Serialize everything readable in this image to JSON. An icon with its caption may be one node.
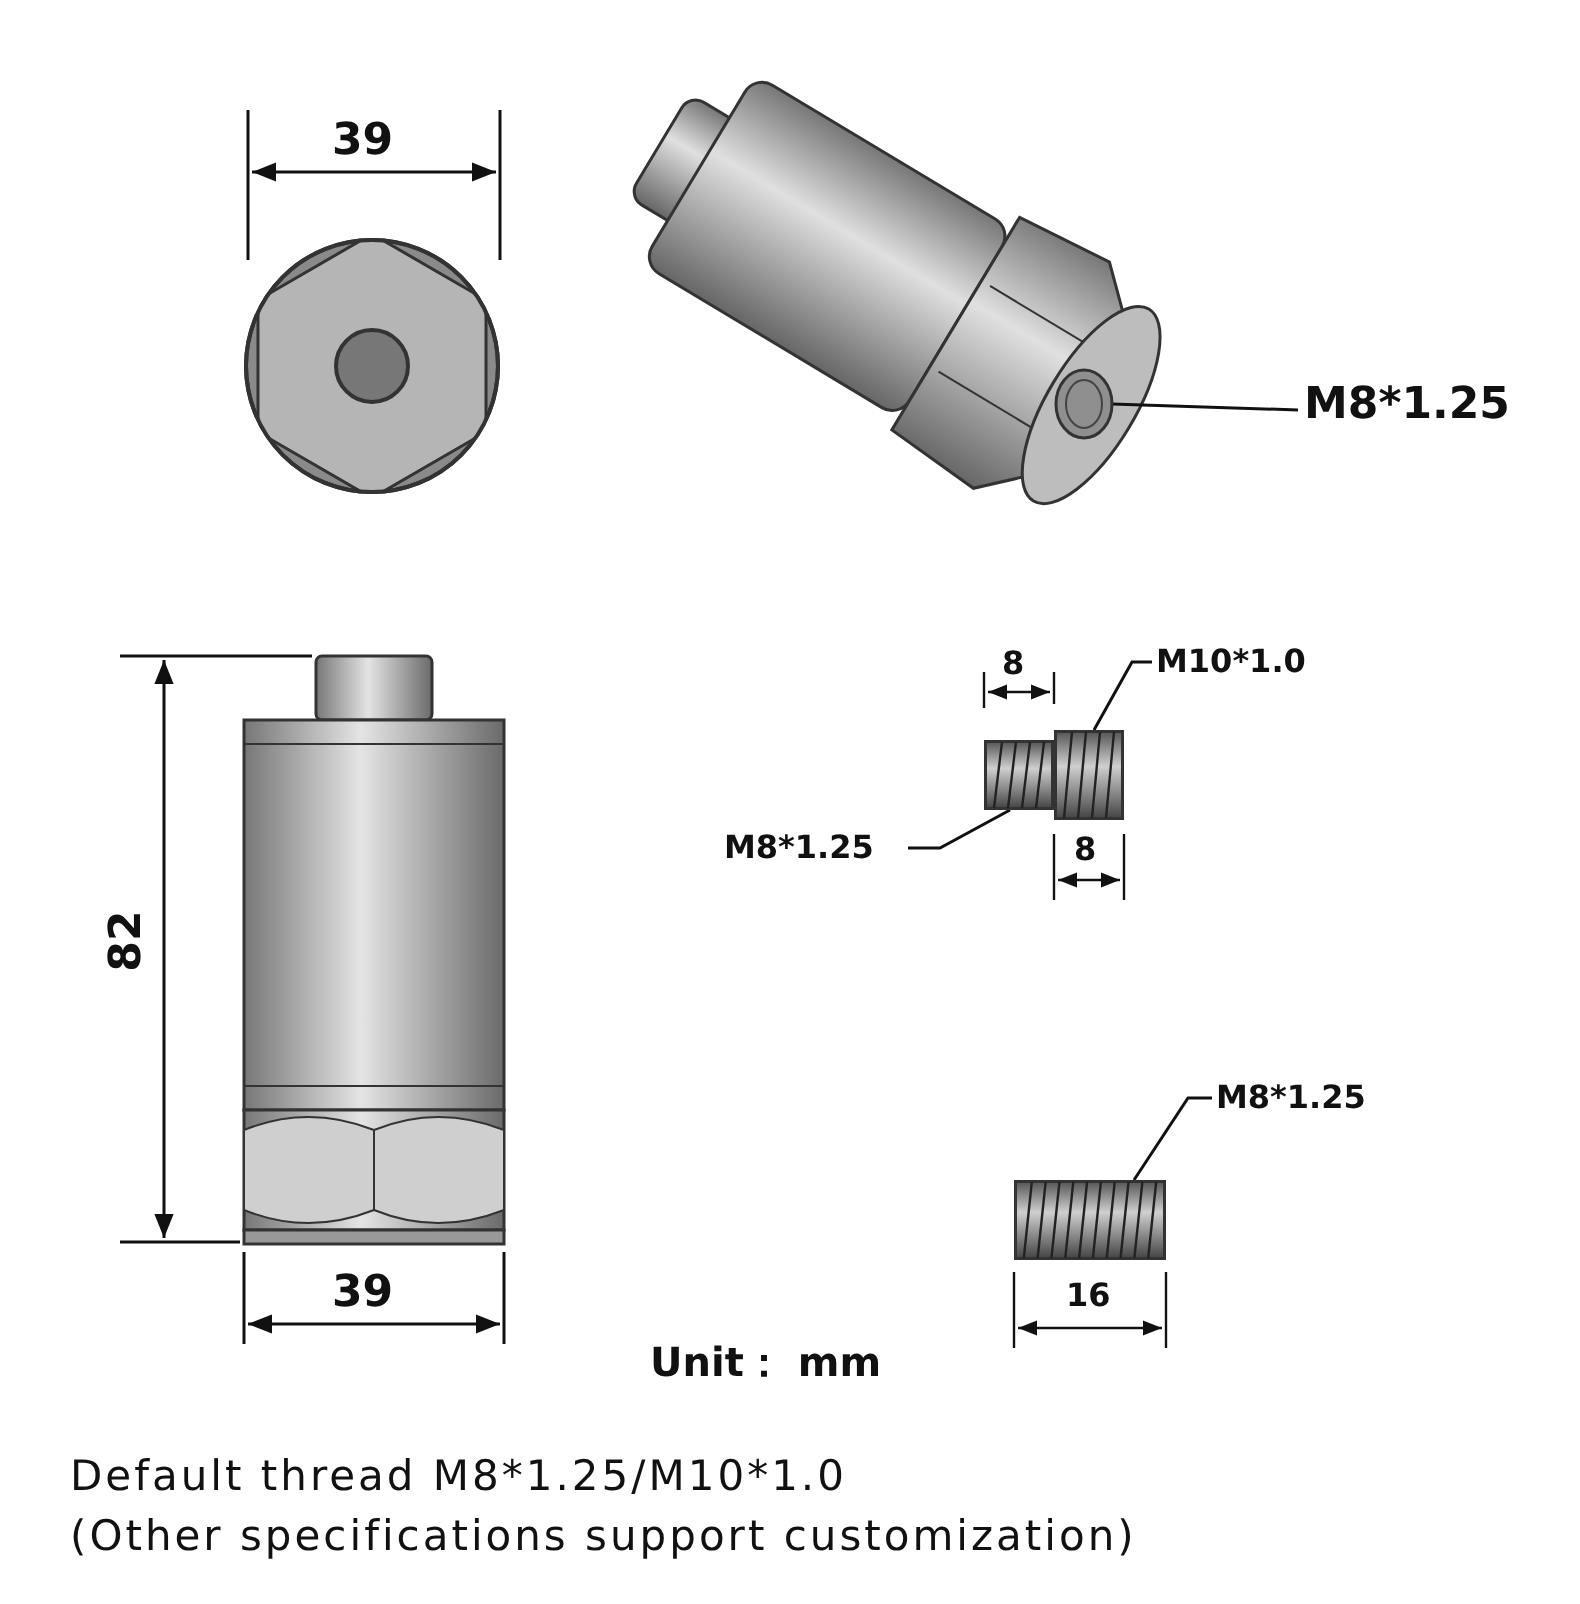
{
  "diagram": {
    "nodes": [
      {
        "text": [
          "M8*1.25"
        ]
      },
      {
        "text": [],
        "shape": "circle"
      },
      {
        "text": [
          "M10*1.0"
        ]
      },
      {
        "text": [],
        "shape": "picture"
      },
      {
        "text": [
          "M8*1.25"
        ]
      },
      {
        "text": [],
        "shape": "picture"
      },
      {
        "text": [
          "M8*1.25"
        ]
      },
      {
        "text": [],
        "shape": "picture"
      }
    ],
    "edges": [
      {
        "from": 0,
        "to": 1,
        "arrow": "none"
      },
      {
        "from": 2,
        "to": 3,
        "arrow": "none"
      },
      {
        "from": 4,
        "to": 5,
        "arrow": "none"
      },
      {
        "from": 6,
        "to": 7,
        "arrow": "none"
      }
    ],
    "labels": [
      "39",
      "8",
      "8",
      "82",
      "39",
      "16",
      "Unit： mm",
      "Default thread M8*1.25/M10*1.0",
      "(Other specifications support customization)"
    ]
  }
}
